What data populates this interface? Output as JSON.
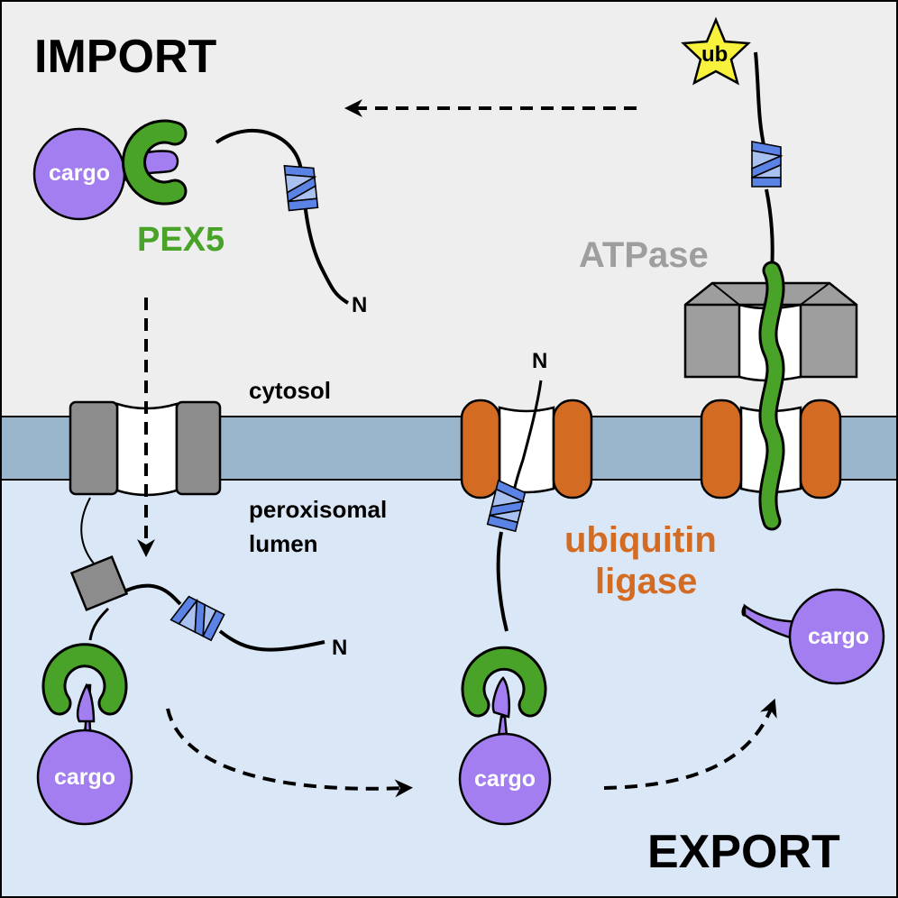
{
  "labels": {
    "import": "IMPORT",
    "export": "EXPORT",
    "pex5": "PEX5",
    "atpase": "ATPase",
    "cytosol": "cytosol",
    "lumen_line1": "peroxisomal",
    "lumen_line2": "lumen",
    "ligase_line1": "ubiquitin",
    "ligase_line2": "ligase",
    "ub": "ub",
    "cargo": "cargo",
    "n_terminus": "N"
  },
  "colors": {
    "cytosol_bg": "#eeeeee",
    "lumen_bg": "#dae7f7",
    "membrane": "#9ab6cc",
    "pex5_green": "#4aa329",
    "cargo_purple": "#a27ef0",
    "helix_blue": "#5b83e6",
    "helix_light": "#a9c1f0",
    "ligase_orange": "#d46b22",
    "channel_gray": "#8c8c8c",
    "atpase_gray": "#9e9e9e",
    "ub_yellow": "#f8f23c"
  },
  "icons": [
    "ubiquitin-star-icon",
    "dashed-arrow-icon",
    "alpha-helix-icon"
  ]
}
